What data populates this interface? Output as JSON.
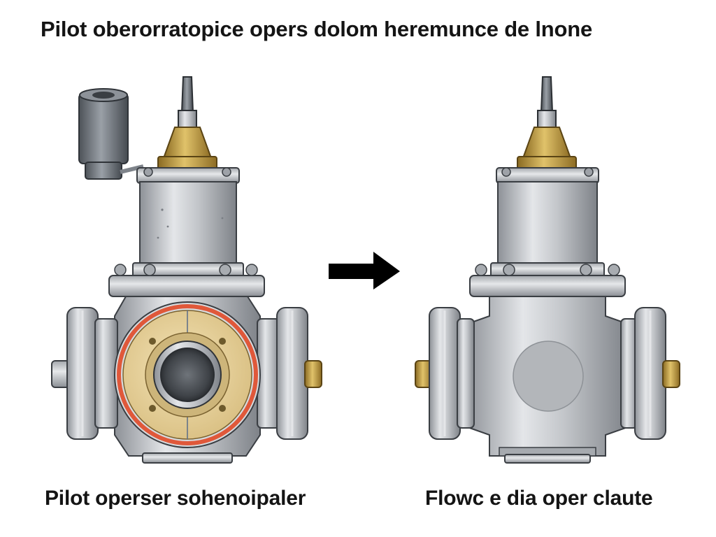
{
  "title": "Pilot oberorratopice opers dolom heremunce de lnone",
  "left_valve": {
    "caption": "Pilot operser sohenoipaler"
  },
  "right_valve": {
    "caption": "Flowc e dia oper claute"
  },
  "arrow": {
    "direction": "right"
  },
  "colors": {
    "steel": "#b9bcc1",
    "brass": "#b8963c",
    "diaphragm": "#e9d6a4",
    "seal_ring": "#e0583a",
    "arrow": "#000000"
  }
}
